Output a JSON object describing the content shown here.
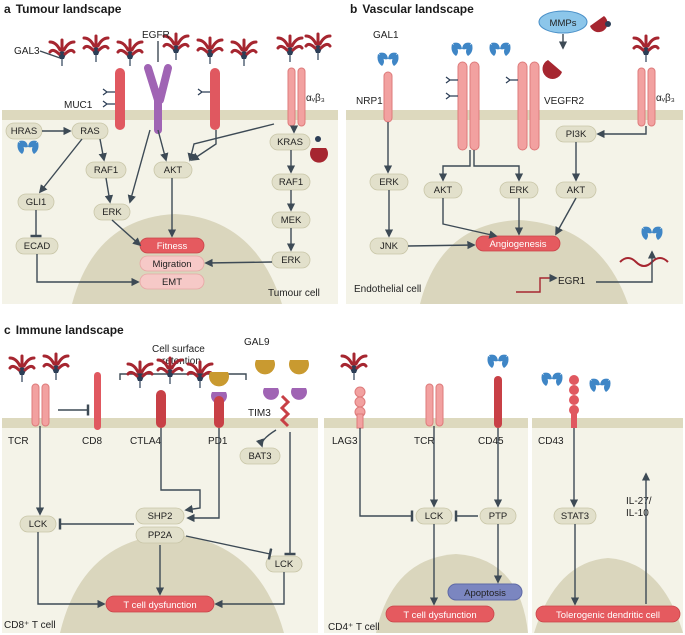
{
  "panels": {
    "a": {
      "letter": "a",
      "title": "Tumour landscape",
      "cell_label": "Tumour cell"
    },
    "b": {
      "letter": "b",
      "title": "Vascular landscape",
      "cell_label": "Endothelial cell"
    },
    "c": {
      "letter": "c",
      "title": "Immune landscape",
      "cd8_label": "CD8⁺ T cell",
      "cd4_label": "CD4⁺ T cell"
    }
  },
  "a": {
    "receptors": {
      "gal3": "GAL3",
      "egfr": "EGFR",
      "muc1": "MUC1",
      "integrin": "αᵥβ₃"
    },
    "nodes": {
      "hras": "HRAS",
      "ras": "RAS",
      "raf1": "RAF1",
      "gli1": "GLI1",
      "erk": "ERK",
      "ecad": "ECAD",
      "akt": "AKT",
      "kras": "KRAS",
      "raf1b": "RAF1",
      "mek": "MEK",
      "erkb": "ERK"
    },
    "outcomes": {
      "fitness": "Fitness",
      "migration": "Migration",
      "emt": "EMT"
    }
  },
  "b": {
    "receptors": {
      "gal1": "GAL1",
      "nrp1": "NRP1",
      "vegfr2": "VEGFR2",
      "mmps": "MMPs",
      "integrin": "αᵥβ₃"
    },
    "nodes": {
      "erk1": "ERK",
      "jnk": "JNK",
      "akt": "AKT",
      "erk2": "ERK",
      "pi3k": "PI3K",
      "akt2": "AKT",
      "egr1": "EGR1"
    },
    "outcomes": {
      "angiogenesis": "Angiogenesis"
    }
  },
  "c": {
    "retention": "Cell surface retention",
    "receptors": {
      "tcr": "TCR",
      "cd8": "CD8",
      "ctla4": "CTLA4",
      "pd1": "PD1",
      "gal9": "GAL9",
      "tim3": "TIM3",
      "lag3": "LAG3",
      "tcr2": "TCR",
      "cd45": "CD45",
      "cd43": "CD43"
    },
    "nodes": {
      "bat3": "BAT3",
      "lck": "LCK",
      "shp2": "SHP2",
      "pp2a": "PP2A",
      "lck2": "LCK",
      "lck3": "LCK",
      "ptp": "PTP",
      "stat3": "STAT3",
      "il27": "IL-27/",
      "il10": "IL-10"
    },
    "outcomes": {
      "tdys1": "T cell dysfunction",
      "apoptosis": "Apoptosis",
      "tdys2": "T cell dysfunction",
      "toldc": "Tolerogenic dendritic cell"
    }
  },
  "colors": {
    "membrane": "#ddd9be",
    "glycan_red": "#a62630",
    "galectin_blue": "#3f86c6",
    "node_fill": "#e2e0cb",
    "outcome_red": "#e55a5f",
    "outcome_pink": "#f6c9c7",
    "purple": "#a064b4",
    "gold": "#c99a30",
    "apoptosis": "#7b86c0"
  }
}
